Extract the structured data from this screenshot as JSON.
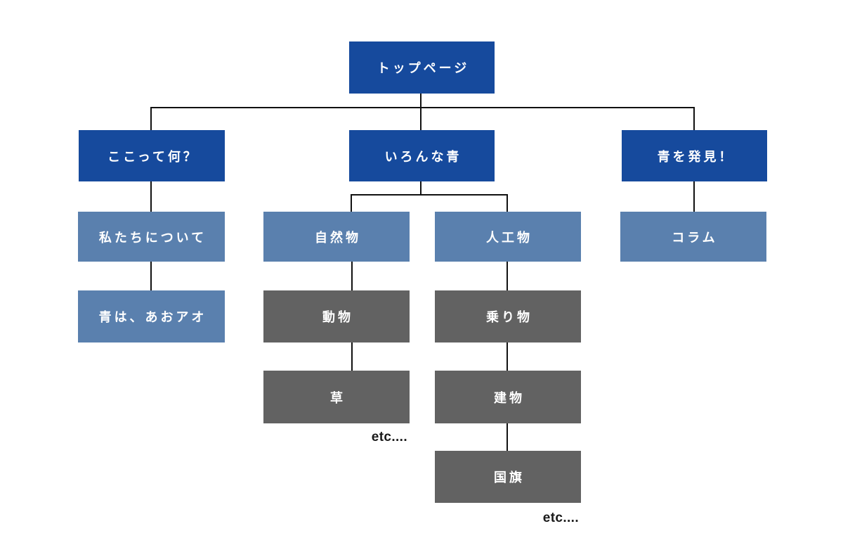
{
  "diagram": {
    "title": "site-map-tree",
    "nodes": {
      "top_page": {
        "label": "トップページ",
        "level": 1
      },
      "what_is_this": {
        "label": "ここって何？",
        "level": 1
      },
      "various_blues": {
        "label": "いろんな青",
        "level": 1
      },
      "discover_blue": {
        "label": "青を発見！",
        "level": 1
      },
      "about_us": {
        "label": "私たちについて",
        "level": 2
      },
      "blue_is_aoao": {
        "label": "青は、あおアオ",
        "level": 2
      },
      "natural_objects": {
        "label": "自然物",
        "level": 2
      },
      "man_made_objects": {
        "label": "人工物",
        "level": 2
      },
      "column": {
        "label": "コラム",
        "level": 2
      },
      "animals": {
        "label": "動物",
        "level": 3
      },
      "vehicles": {
        "label": "乗り物",
        "level": 3
      },
      "grass": {
        "label": "草",
        "level": 3
      },
      "buildings": {
        "label": "建物",
        "level": 3
      },
      "national_flags": {
        "label": "国旗",
        "level": 3
      }
    },
    "etc": {
      "natural": "etc....",
      "man_made": "etc...."
    },
    "colors": {
      "level1": "#164a9d",
      "level2": "#5a80ae",
      "level3": "#626262",
      "line": "#111111",
      "label_text": "#ffffff",
      "etc_text": "#1a1a1a",
      "background": "#ffffff"
    }
  }
}
